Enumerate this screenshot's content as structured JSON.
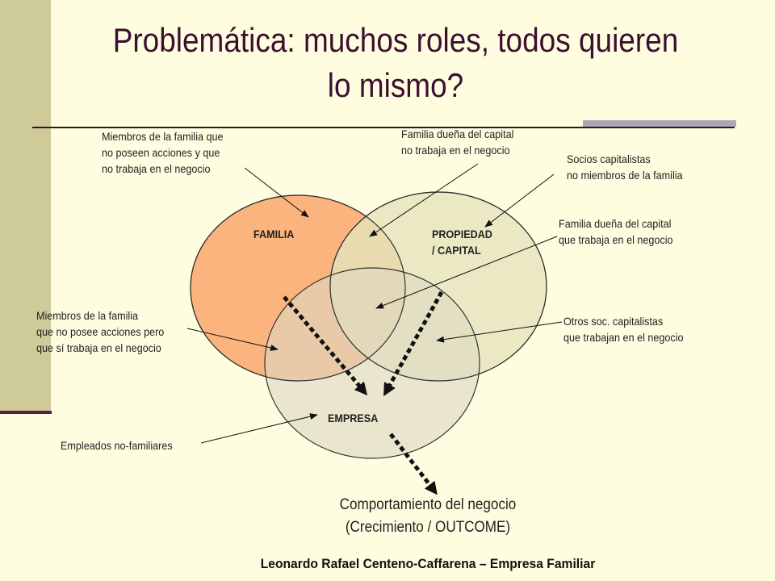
{
  "slide": {
    "title": "Problemática: muchos roles, todos quieren\nlo mismo?",
    "footer": "Leonardo Rafael Centeno-Caffarena – Empresa Familiar"
  },
  "circles": {
    "familia": "FAMILIA",
    "propiedad": "PROPIEDAD\n/ CAPITAL",
    "empresa": "EMPRESA"
  },
  "annotations": {
    "miembros_sin_acciones": "Miembros de la familia que\nno poseen acciones y que\nno trabaja en el negocio",
    "familia_duena_no_trabaja": "Familia dueña del capital\nno trabaja en el negocio",
    "socios_no_miembros": "Socios capitalistas\nno miembros de la familia",
    "familia_duena_trabaja": "Familia dueña del capital\nque trabaja en el negocio",
    "miembros_trabajan": "Miembros de la familia\nque no posee acciones pero\nque sí trabaja en el negocio",
    "otros_socios": "Otros soc. capitalistas\nque trabajan en el negocio",
    "empleados": "Empleados no-familiares"
  },
  "outcome": {
    "text": "Comportamiento del negocio\n(Crecimiento / OUTCOME)"
  },
  "colors": {
    "familia": "#fbb47d",
    "propiedad": "#e6e4bc",
    "empresa": "#e0ddc4",
    "title": "#3d0f2f",
    "sidebar": "#cfcb98",
    "background": "#fffde0"
  }
}
